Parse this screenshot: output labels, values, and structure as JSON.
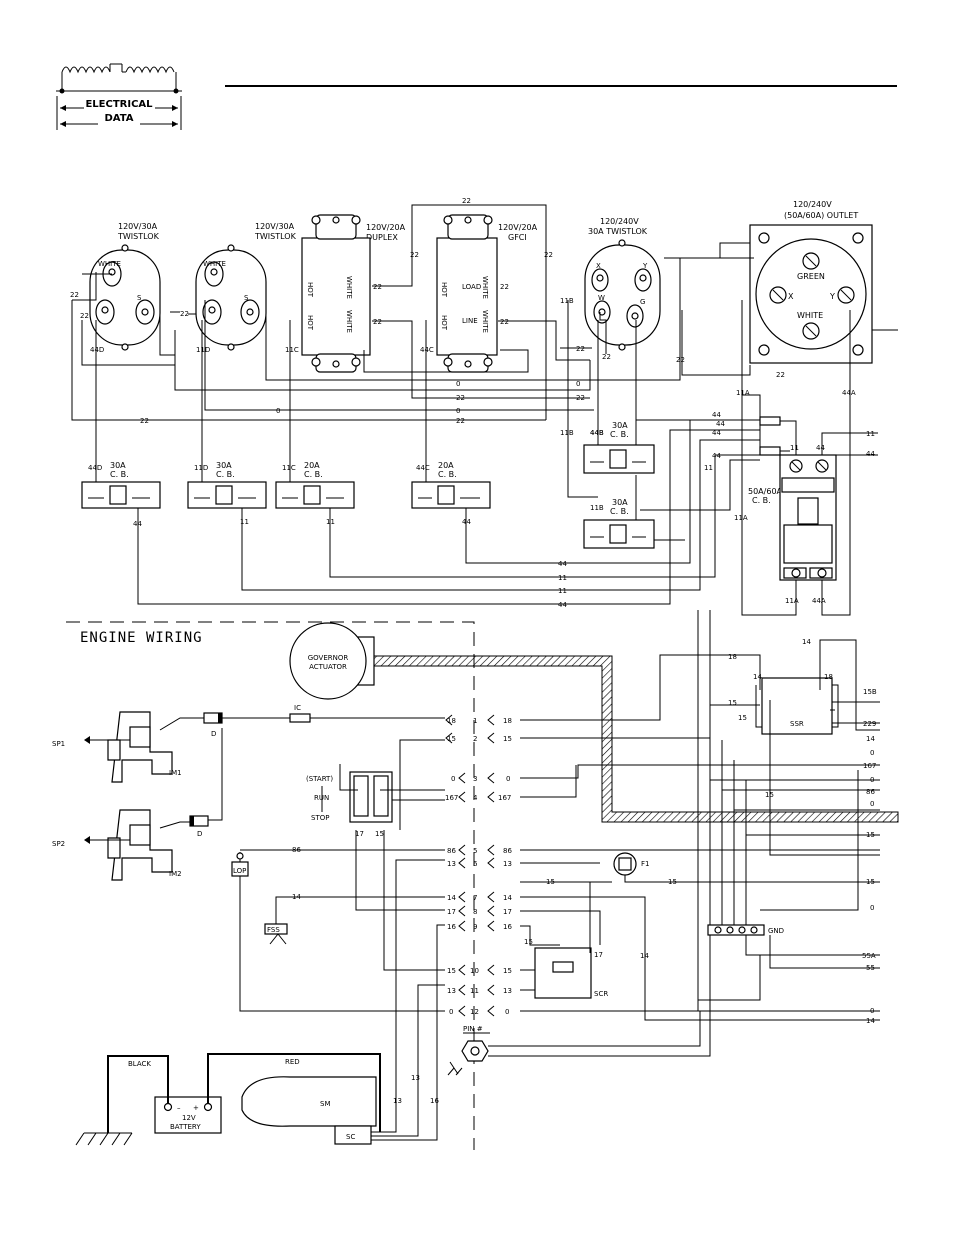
{
  "logo": {
    "line1": "ELECTRICAL",
    "line2": "DATA"
  },
  "receptacles": [
    {
      "id": "r1",
      "line1": "120V/30A",
      "line2": "TWISTLOK",
      "pins": [
        "WHITE",
        "S"
      ]
    },
    {
      "id": "r2",
      "line1": "120V/30A",
      "line2": "TWISTLOK",
      "pins": [
        "WHITE",
        "S"
      ]
    },
    {
      "id": "r3",
      "line1": "120V/20A",
      "line2": "DUPLEX",
      "pins": [
        "HOT",
        "WHITE",
        "HOT",
        "WHITE"
      ]
    },
    {
      "id": "r4",
      "line1": "120V/20A",
      "line2": "GFCI",
      "pins": [
        "HOT",
        "LOAD",
        "HOT",
        "LINE",
        "WHITE",
        "WHITE"
      ]
    },
    {
      "id": "r5",
      "line1": "120/240V",
      "line2": "30A TWISTLOK",
      "pins": [
        "X",
        "Y",
        "W",
        "G"
      ]
    },
    {
      "id": "r6",
      "line1": "120/240V",
      "line2": "(50A/60A) OUTLET",
      "pins": [
        "GREEN",
        "X",
        "Y",
        "WHITE"
      ]
    }
  ],
  "breakers": [
    {
      "id": "cb1",
      "rating": "30A",
      "type": "C. B.",
      "in": "44D",
      "out": "44"
    },
    {
      "id": "cb2",
      "rating": "30A",
      "type": "C. B.",
      "in": "11D",
      "out": "11"
    },
    {
      "id": "cb3",
      "rating": "20A",
      "type": "C. B.",
      "in": "11C",
      "out": "11"
    },
    {
      "id": "cb4",
      "rating": "20A",
      "type": "C. B.",
      "in": "44C",
      "out": "44"
    },
    {
      "id": "cb5",
      "rating": "30A",
      "type": "C. B.",
      "in": "44B",
      "out": "44"
    },
    {
      "id": "cb6",
      "rating": "30A",
      "type": "C. B.",
      "in": "11B",
      "out": "11"
    },
    {
      "id": "cb7",
      "rating": "50A/60A",
      "type": "C. B.",
      "in": "11",
      "out": "44"
    }
  ],
  "engine": {
    "title": "ENGINE WIRING",
    "governor": {
      "line1": "GOVERNOR",
      "line2": "ACTUATOR"
    },
    "sp1": "SP1",
    "sp2": "SP2",
    "im1": "IM1",
    "im2": "IM2",
    "diode": "D",
    "ic": "IC",
    "switch": {
      "start": "(START)",
      "run": "RUN",
      "stop": "STOP"
    },
    "lop": "LOP",
    "fss": "FSS",
    "battery": {
      "label": "12V",
      "label2": "BATTERY",
      "black": "BLACK",
      "red": "RED"
    },
    "sm": "SM",
    "sc": "SC",
    "scr": "SCR",
    "f1": "F1",
    "pin": "PIN #",
    "gnd": "GND",
    "ssr": "SSR",
    "terminals": [
      {
        "n": "1",
        "l": "18",
        "r": "18"
      },
      {
        "n": "2",
        "l": "15",
        "r": "15"
      },
      {
        "n": "3",
        "l": "0",
        "r": "0"
      },
      {
        "n": "4",
        "l": "167",
        "r": "167"
      },
      {
        "n": "5",
        "l": "86",
        "r": "86"
      },
      {
        "n": "6",
        "l": "13",
        "r": "13"
      },
      {
        "n": "7",
        "l": "14",
        "r": "14"
      },
      {
        "n": "8",
        "l": "17",
        "r": "17"
      },
      {
        "n": "9",
        "l": "16",
        "r": "16"
      },
      {
        "n": "10",
        "l": "15",
        "r": "15"
      },
      {
        "n": "11",
        "l": "13",
        "r": "13"
      },
      {
        "n": "12",
        "l": "0",
        "r": "0"
      }
    ]
  },
  "right_edge_labels": [
    "11",
    "44",
    "15B",
    "229",
    "14",
    "0",
    "167",
    "0",
    "86",
    "0",
    "15",
    "15",
    "0",
    "55A",
    "55",
    "0",
    "14"
  ],
  "wire_labels": {
    "w22": "22",
    "w0": "0",
    "w44": "44",
    "w11": "11",
    "w11a": "11A",
    "w44a": "44A",
    "w11b": "11B",
    "w44b": "44B",
    "w11c": "11C",
    "w44c": "44C",
    "w11d": "11D",
    "w44d": "44D",
    "w14": "14",
    "w15": "15",
    "w16": "16",
    "w17": "17",
    "w18": "18",
    "w13": "13",
    "w86": "86"
  }
}
